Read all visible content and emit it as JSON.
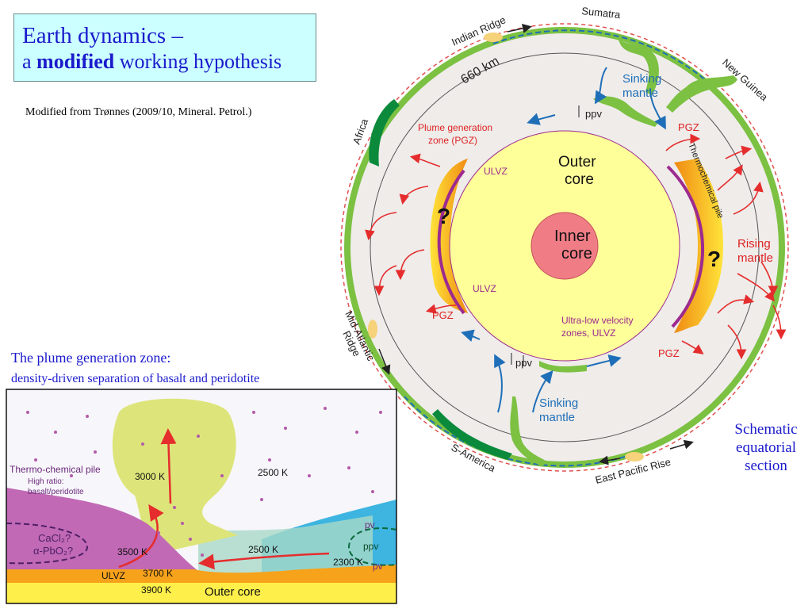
{
  "title": {
    "line1": "Earth dynamics –",
    "line2_pre": "a ",
    "line2_bold": "modified",
    "line2_post": " working hypothesis"
  },
  "source": "Modified  from Trønnes (2009/10, Mineral. Petrol.)",
  "pgz_heading": "The plume generation zone:",
  "pgz_subheading": "density-driven separation of basalt and peridotite",
  "schematic": [
    "Schematic",
    "equatorial",
    "section"
  ],
  "colors": {
    "title_text": "#1a1acc",
    "title_bg": "#ccffff",
    "crust": "#7cc142",
    "continent": "#0b8a3c",
    "outer_core": "#ffff99",
    "inner_core": "#f07c86",
    "pile": "#f7a21b",
    "ulvz": "#9c2a8f",
    "arrow_red": "#e52d2d",
    "arrow_blue": "#1f6fb8"
  },
  "earth": {
    "inner_core": "Inner core",
    "inner_core_l1": "Inner",
    "inner_core_l2": "core",
    "outer_core_l1": "Outer",
    "outer_core_l2": "core",
    "depth_660": "660 km",
    "indian_ridge": "Indian Ridge",
    "sumatra": "Sumatra",
    "new_guinea": "New Guinea",
    "africa": "Africa",
    "mid_atlantic_ridge": "Mid-Atlantic Ridge",
    "mar_l1": "Mid-Atlantic",
    "mar_l2": "Ridge",
    "s_america": "S-America",
    "east_pacific_rise": "East Pacific Rise",
    "sinking_l1": "Sinking",
    "sinking_l2": "mantle",
    "rising_l1": "Rising",
    "rising_l2": "mantle",
    "pgz": "PGZ",
    "pgz_full_l1": "Plume generation",
    "pgz_full_l2": "zone (PGZ)",
    "ulvz": "ULVZ",
    "ulvz_full_l1": "Ultra-low velocity",
    "ulvz_full_l2": "zones, ULVZ",
    "ppv": "ppv",
    "thermochemical_pile": "Thermochemical pile",
    "question": "?"
  },
  "plume": {
    "pile_l1": "Thermo-chemical pile",
    "pile_l2": "High ratio:",
    "pile_l3": "basalt/peridotite",
    "cacl2": "CaCl₂?",
    "pbo2": "α-PbO₂?",
    "t3000": "3000 K",
    "t2500a": "2500 K",
    "t2500b": "2500 K",
    "t2300": "2300 K",
    "t3500": "3500 K",
    "t3700": "3700 K",
    "t3900": "3900 K",
    "ulvz": "ULVZ",
    "outer_core": "Outer core",
    "pv1": "pv",
    "ppv": "ppv",
    "pv2": "pv"
  }
}
